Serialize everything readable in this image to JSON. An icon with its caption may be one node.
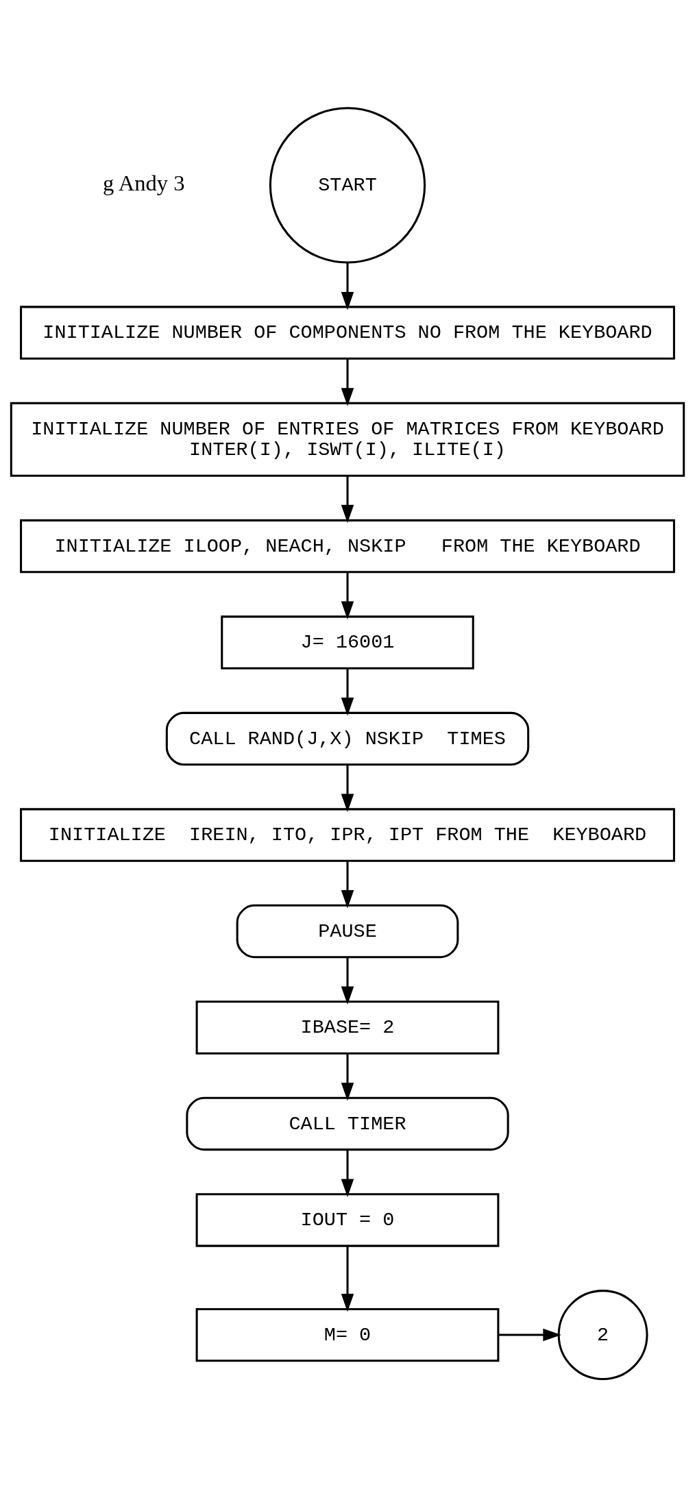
{
  "diagram": {
    "nodes": [
      {
        "text": [
          "START"
        ]
      },
      {
        "text": [
          "INITIALIZE NUMBER OF COMPONENTS NO FROM THE KEYBOARD"
        ]
      },
      {
        "text": [
          "INITIALIZE NUMBER OF ENTRIES OF MATRICES FROM KEYBOARD",
          "INTER(I), ISWT(I), ILITE(I)"
        ]
      },
      {
        "text": [
          "INITIALIZE ILOOP, NEACH, NSKIP   FROM THE KEYBOARD"
        ]
      },
      {
        "text": [
          "J= 16001"
        ]
      },
      {
        "text": [
          "CALL RAND(J,X) NSKIP  TIMES"
        ]
      },
      {
        "text": [
          "INITIALIZE  IREIN, ITO, IPR, IPT FROM THE  KEYBOARD"
        ]
      },
      {
        "text": [
          "PAUSE"
        ]
      },
      {
        "text": [
          "IBASE= 2"
        ]
      },
      {
        "text": [
          "CALL TIMER"
        ]
      },
      {
        "text": [
          "IOUT = 0"
        ]
      },
      {
        "text": [
          "M= 0"
        ]
      },
      {
        "text": [
          "2"
        ]
      }
    ],
    "edges": [
      {
        "from": 0,
        "to": 1,
        "arrow": "to"
      },
      {
        "from": 1,
        "to": 2,
        "arrow": "to"
      },
      {
        "from": 2,
        "to": 3,
        "arrow": "to"
      },
      {
        "from": 3,
        "to": 4,
        "arrow": "to"
      },
      {
        "from": 4,
        "to": 5,
        "arrow": "to"
      },
      {
        "from": 5,
        "to": 6,
        "arrow": "to"
      },
      {
        "from": 6,
        "to": 7,
        "arrow": "to"
      },
      {
        "from": 7,
        "to": 8,
        "arrow": "to"
      },
      {
        "from": 8,
        "to": 9,
        "arrow": "to"
      },
      {
        "from": 9,
        "to": 10,
        "arrow": "to"
      },
      {
        "from": 10,
        "to": 11,
        "arrow": "to"
      },
      {
        "from": 11,
        "to": 12,
        "arrow": "to"
      }
    ],
    "labels": [
      "g Andy 3"
    ]
  }
}
